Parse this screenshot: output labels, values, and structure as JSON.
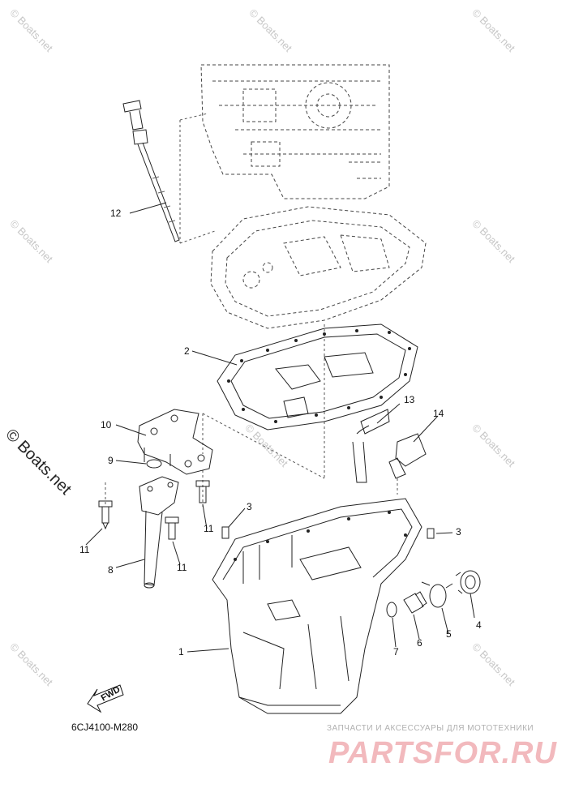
{
  "watermark": "© Boats.net",
  "diagram_code": "6CJ4100-M280",
  "direction_label": "FWD",
  "brand": {
    "tagline": "ЗАПЧАСТИ И АКСЕССУАРЫ ДЛЯ МОТОТЕХНИКИ",
    "name": "PARTSFOR.RU"
  },
  "callouts": [
    {
      "id": "callout-1",
      "label": "1"
    },
    {
      "id": "callout-2",
      "label": "2"
    },
    {
      "id": "callout-3a",
      "label": "3"
    },
    {
      "id": "callout-3b",
      "label": "3"
    },
    {
      "id": "callout-4",
      "label": "4"
    },
    {
      "id": "callout-5",
      "label": "5"
    },
    {
      "id": "callout-6",
      "label": "6"
    },
    {
      "id": "callout-7",
      "label": "7"
    },
    {
      "id": "callout-8",
      "label": "8"
    },
    {
      "id": "callout-9",
      "label": "9"
    },
    {
      "id": "callout-10",
      "label": "10"
    },
    {
      "id": "callout-11a",
      "label": "11"
    },
    {
      "id": "callout-11b",
      "label": "11"
    },
    {
      "id": "callout-11c",
      "label": "11"
    },
    {
      "id": "callout-12",
      "label": "12"
    },
    {
      "id": "callout-13",
      "label": "13"
    },
    {
      "id": "callout-14",
      "label": "14"
    }
  ]
}
